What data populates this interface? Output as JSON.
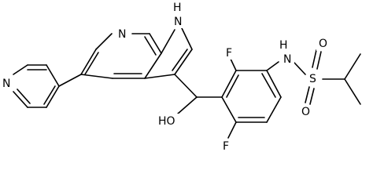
{
  "molecule": {
    "labels": {
      "n_pyridine": "N",
      "n_azaindole_ring": "N",
      "nh_azaindole": "H",
      "n_azaindole_pyrrole": "N",
      "hydroxyl": "HO",
      "fluoro_top": "F",
      "fluoro_bottom": "F",
      "sulfonamide_h": "H",
      "sulfonamide_n": "N",
      "sulfur": "S",
      "oxygen_upper": "O",
      "oxygen_lower": "O"
    }
  }
}
